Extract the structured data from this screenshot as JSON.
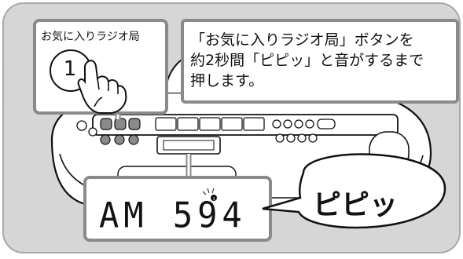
{
  "colors": {
    "panel_bg": "#d6d6d6",
    "panel_border": "#9a9a9a",
    "ink": "#111111",
    "white": "#ffffff"
  },
  "button_label": "お気に入りラジオ局",
  "button_number": "1",
  "instruction_lines": [
    "「お気に入りラジオ局」ボタンを",
    "約2秒間「ピピッ」と音がするまで",
    "押します。"
  ],
  "display_reading": "AM 594",
  "beep_text": "ピピッ",
  "icons": [
    "hand-press-icon",
    "beep-indicator-icon",
    "radio-device"
  ]
}
